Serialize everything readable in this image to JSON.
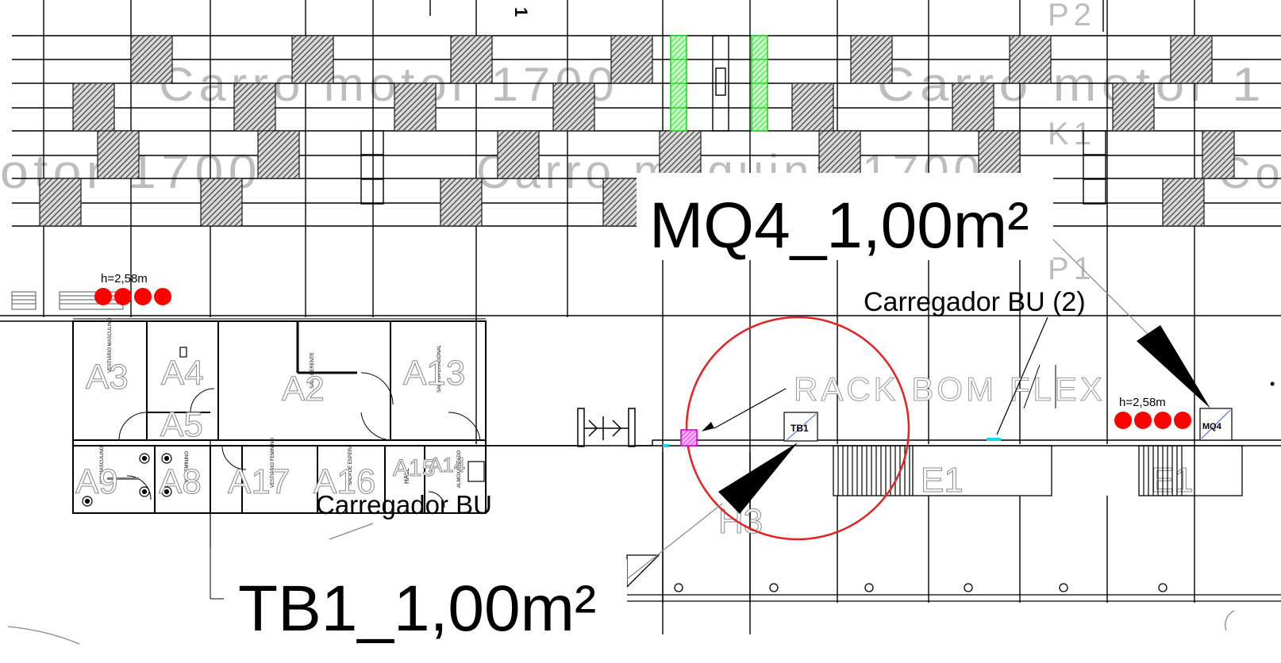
{
  "drawing": {
    "ghost_labels": {
      "carro_motor_left": "Carro motor 1700",
      "carro_motor_right": "Carro motor 1",
      "motor_1700": "otor 1700",
      "carro_maquina": "Carro máquina 1700",
      "p2": "P2",
      "k1": "K1",
      "p1": "P1",
      "one": "1",
      "co": "Co"
    },
    "rooms": {
      "a3": "A3",
      "a4": "A4",
      "a2": "A2",
      "a13": "A13",
      "a5": "A5",
      "a9": "A9",
      "a8": "A8",
      "a17": "A17",
      "a16": "A16",
      "a15": "A15",
      "a14": "A14",
      "h3": "H3",
      "e1_a": "E1",
      "e1_b": "E1"
    },
    "room_names": {
      "vest_masc": "VESTIÁRIO MASCULINO",
      "sala_gerente": "SALA GERENTE",
      "sala_operacional": "SALA OPERACIONAL",
      "wc_masc": "WC MASCULINO",
      "wc_fem": "WC FEMININO",
      "vest_fem": "VESTIÁRIO FEMININO",
      "sala_espera": "SALA DE ESPERA",
      "hall": "HALL",
      "almox": "ALMOXARIFADO"
    },
    "heights": {
      "left": "h=2,58m",
      "right": "h=2,58m"
    },
    "equipment": {
      "tb1_tag": "TB1",
      "mq4_tag": "MQ4"
    },
    "labels": {
      "rack": "RACK BOM FLEX",
      "carregador_bu": "Carregador BU",
      "carregador_bu_2": "Carregador BU (2)",
      "mq4_callout": "MQ4_1,00m²",
      "tb1_callout": "TB1_1,00m²"
    },
    "colors": {
      "line": "#000000",
      "ghost_text": "#b4b4b4",
      "hatch": "#555555",
      "green_hatch": "#2ee82e",
      "red_circle": "#e52222",
      "red_dot": "#ff0000",
      "magenta": "#e000e0",
      "cyan": "#12d8e6",
      "blue_diag": "#3a62d8"
    }
  }
}
